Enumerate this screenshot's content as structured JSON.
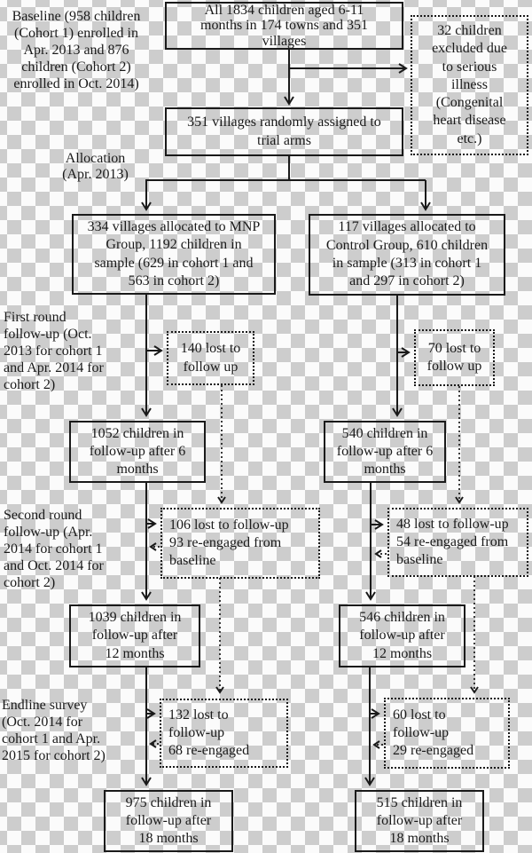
{
  "diagram_title": "Trial profile flow diagram",
  "colors": {
    "line": "#1a1a1a",
    "text": "#1a1a1a",
    "checker_dark": "#cdcdcd",
    "checker_light": "#fbfbfb"
  },
  "side_labels": {
    "baseline": {
      "text": "Baseline (958 children\n(Cohort 1) enrolled in\nApr. 2013 and 876\nchildren (Cohort 2)\nenrolled in Oct. 2014)"
    },
    "allocation": {
      "text": "Allocation\n(Apr. 2013)"
    },
    "first_round": {
      "text": "First round\nfollow-up (Oct.\n2013 for cohort 1\nand Apr. 2014 for\ncohort 2)"
    },
    "second_round": {
      "text": "Second round\nfollow-up (Apr.\n2014 for cohort 1\nand Oct. 2014 for\ncohort 2)"
    },
    "endline": {
      "text": "Endline survey\n(Oct. 2014 for\ncohort 1 and Apr.\n2015 for cohort 2)"
    }
  },
  "nodes": {
    "total": {
      "text": "All 1834 children aged 6-11\nmonths in 174 towns and 351\nvillages"
    },
    "excluded": {
      "text": "32 children\nexcluded due\nto serious\nillness\n(Congenital\nheart disease\netc.)"
    },
    "randomized": {
      "text": "351 villages randomly assigned to\ntrial arms"
    },
    "mnp_group": {
      "text": "334 villages allocated to MNP\nGroup, 1192 children in\nsample (629 in cohort 1 and\n563 in cohort 2)"
    },
    "control_group": {
      "text": "117 villages allocated to\nControl Group, 610 children\nin sample (313 in cohort 1\nand 297 in cohort 2)"
    },
    "lost1_mnp": {
      "text": "140 lost to\nfollow up"
    },
    "lost1_control": {
      "text": "70 lost to\nfollow up"
    },
    "fu6_mnp": {
      "text": "1052 children in\nfollow-up after 6\nmonths"
    },
    "fu6_control": {
      "text": "540 children in\nfollow-up after 6\nmonths"
    },
    "lost2_mnp": {
      "text": "106 lost to follow-up\n93 re-engaged from\nbaseline"
    },
    "lost2_control": {
      "text": "48 lost to follow-up\n54 re-engaged from\nbaseline"
    },
    "fu12_mnp": {
      "text": "1039 children in\nfollow-up after\n12 months"
    },
    "fu12_control": {
      "text": "546 children in\nfollow-up after\n12 months"
    },
    "lost3_mnp": {
      "text": "132 lost to\nfollow-up\n68 re-engaged"
    },
    "lost3_control": {
      "text": "60 lost to\nfollow-up\n29 re-engaged"
    },
    "fu18_mnp": {
      "text": "975 children in\nfollow-up after\n18 months"
    },
    "fu18_control": {
      "text": "515 children in\nfollow-up after\n18 months"
    }
  }
}
